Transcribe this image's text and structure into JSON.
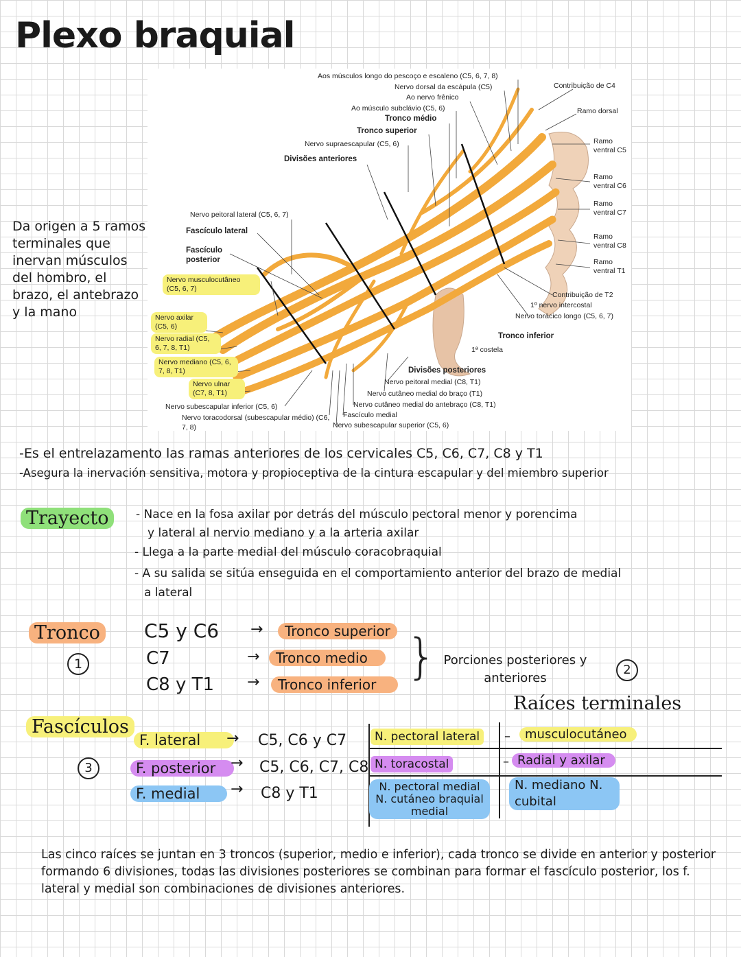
{
  "title": "Plexo braquial",
  "figure": {
    "labels_top": [
      "Aos músculos longo do pescoço e escaleno (C5, 6, 7, 8)",
      "Nervo dorsal da escápula (C5)",
      "Ao nervo frênico",
      "Ao músculo subclávio (C5, 6)",
      "Tronco médio",
      "Tronco superior",
      "Nervo supraescapular (C5, 6)",
      "Divisões anteriores"
    ],
    "labels_right": [
      "Contribuição de C4",
      "Ramo dorsal",
      "Ramo ventral C5",
      "Ramo ventral C6",
      "Ramo ventral C7",
      "Ramo ventral C8",
      "Ramo ventral T1",
      "Contribuição de T2",
      "1º nervo intercostal",
      "Nervo torácico longo (C5, 6, 7)",
      "Tronco inferior",
      "1ª costela"
    ],
    "labels_left": [
      "Nervo peitoral lateral (C5, 6, 7)",
      "Fascículo lateral",
      "Fascículo posterior",
      "Nervo musculocutâneo (C5, 6, 7)",
      "Nervo axilar (C5, 6)",
      "Nervo radial (C5, 6, 7, 8, T1)",
      "Nervo mediano (C5, 6, 7, 8, T1)",
      "Nervo ulnar (C7, 8, T1)",
      "Nervo subescapular inferior (C5, 6)",
      "Nervo toracodorsal (subescapular médio) (C6, 7, 8)"
    ],
    "labels_bottom": [
      "Divisões posteriores",
      "Nervo peitoral medial (C8, T1)",
      "Nervo cutâneo medial do braço (T1)",
      "Nervo cutâneo medial do antebraço (C8, T1)",
      "Fascículo medial",
      "Nervo subescapular superior (C5, 6)"
    ]
  },
  "side_note": "Da origen a 5 ramos terminales que inervan músculos del hombro, el brazo, el antebrazo y la mano",
  "intro": [
    "-Es el entrelazamento las ramas anteriores de los cervicales C5, C6, C7, C8 y T1",
    "-Asegura la inervación sensitiva, motora y propioceptiva de la cintura escapular y del miembro superior"
  ],
  "trayecto": {
    "heading": "Trayecto",
    "lines": [
      "- Nace en la fosa axilar por detrás del músculo pectoral menor y porencima",
      "y lateral al nervio mediano y a la arteria axilar",
      "- Llega a la parte medial del músculo coracobraquial",
      "- A su salida se sitúa enseguida en el comportamiento anterior del brazo de medial",
      "a lateral"
    ]
  },
  "tronco": {
    "heading": "Tronco",
    "number": "1",
    "roots": [
      "C5 y C6",
      "C7",
      "C8 y T1"
    ],
    "trunks": [
      "Tronco superior",
      "Tronco medio",
      "Tronco inferior"
    ],
    "portions": "Porciones posteriores y anteriores",
    "number2": "2"
  },
  "raices_heading": "Raíces terminales",
  "fasciculos": {
    "heading": "Fascículos",
    "number": "3",
    "items": [
      {
        "name": "F. lateral",
        "roots": "C5, C6 y C7",
        "nerves": "N. pectoral lateral",
        "terminal": "musculocutáneo"
      },
      {
        "name": "F. posterior",
        "roots": "C5, C6, C7, C8",
        "nerves": "N. toracostal",
        "terminal": "Radial y axilar"
      },
      {
        "name": "F. medial",
        "roots": "C8 y T1",
        "nerves": "N. pectoral medial N. cutáneo braquial medial",
        "terminal": "N. mediano  N. cubital"
      }
    ]
  },
  "summary": "Las cinco raíces se juntan en 3 troncos (superior, medio e inferior), cada tronco se divide en anterior y posterior formando 6 divisiones, todas las divisiones posteriores se combinan para formar el fascículo posterior, los f. lateral y medial son combinaciones de divisiones anteriores.",
  "colors": {
    "green": "#8fe07a",
    "orange": "#f8b27f",
    "yellow": "#f7f07a",
    "purple": "#d58cf0",
    "blue": "#8cc6f4",
    "nerve": "#f2a93b"
  }
}
